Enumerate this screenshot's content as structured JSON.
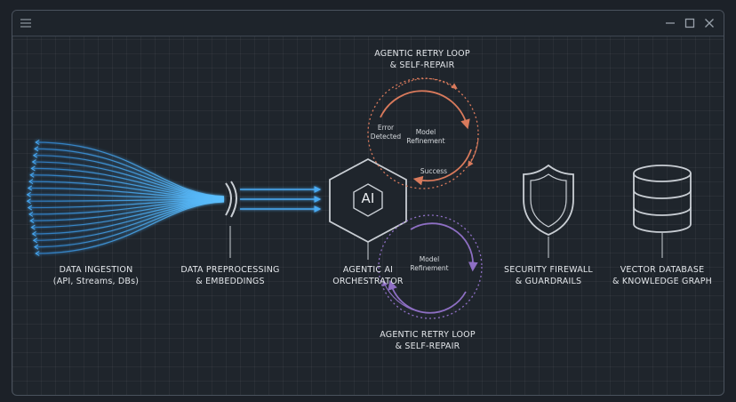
{
  "colors": {
    "ingestion": "#3aa0ee",
    "retry_top": "#d97a5c",
    "retry_bottom": "#8e6fc4",
    "stroke": "#c9ced4",
    "purple_flow": "#9a7dd2"
  },
  "icons": [
    "menu-icon",
    "minimize-icon",
    "maximize-icon",
    "close-icon",
    "ai-hexagon-icon",
    "shield-icon",
    "database-icon"
  ],
  "labels": {
    "ingestion_line1": "DATA INGESTION",
    "ingestion_line2": "(API, Streams, DBs)",
    "preprocessing_line1": "DATA PREPROCESSING",
    "preprocessing_line2": "& EMBEDDINGS",
    "orchestrator_line1": "AGENTIC AI",
    "orchestrator_line2": "ORCHESTRATOR",
    "firewall_line1": "SECURITY FIREWALL",
    "firewall_line2": "& GUARDRAILS",
    "vector_line1": "VECTOR DATABASE",
    "vector_line2": "& KNOWLEDGE GRAPH",
    "retry_top_line1": "AGENTIC RETRY LOOP",
    "retry_top_line2": "& SELF-REPAIR",
    "retry_bottom_line1": "AGENTIC RETRY LOOP",
    "retry_bottom_line2": "& SELF-REPAIR",
    "error_line1": "Error",
    "error_line2": "Detected",
    "model_top_line1": "Model",
    "model_top_line2": "Refinement",
    "success": "Success",
    "model_bottom_line1": "Model",
    "model_bottom_line2": "Refinement",
    "ai_badge": "AI"
  }
}
